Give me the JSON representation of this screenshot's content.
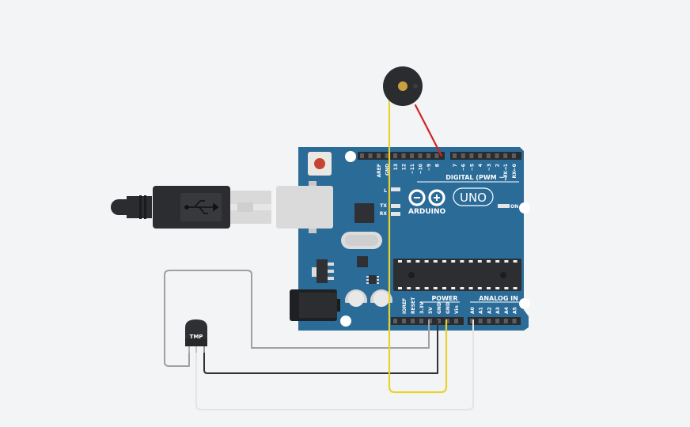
{
  "board": {
    "brand": "ARDUINO",
    "model": "UNO",
    "on_label": "ON",
    "led_l": "L",
    "led_tx": "TX",
    "led_rx": "RX",
    "digital_header": "DIGITAL (PWM ~)",
    "power_header": "POWER",
    "analog_header": "ANALOG IN",
    "digital_pins": [
      "AREF",
      "GND",
      "13",
      "12",
      "~11",
      "~10",
      "~9",
      "8",
      "7",
      "~6",
      "~5",
      "4",
      "~3",
      "2",
      "TX→1",
      "RX←0"
    ],
    "power_pins": [
      "IOREF",
      "RESET",
      "3.3V",
      "5V",
      "GND",
      "GND",
      "Vin"
    ],
    "analog_pins": [
      "A0",
      "A1",
      "A2",
      "A3",
      "A4",
      "A5"
    ]
  },
  "sensor": {
    "label": "TMP"
  },
  "colors": {
    "background": "#f3f4f6",
    "board": "#2b6b98",
    "wire_power": "#a0a0a0",
    "wire_ground": "#2f3033",
    "wire_signal": "#e4e4e4",
    "wire_buzzer_neg": "#e8d32b",
    "wire_buzzer_pos": "#d32424"
  }
}
